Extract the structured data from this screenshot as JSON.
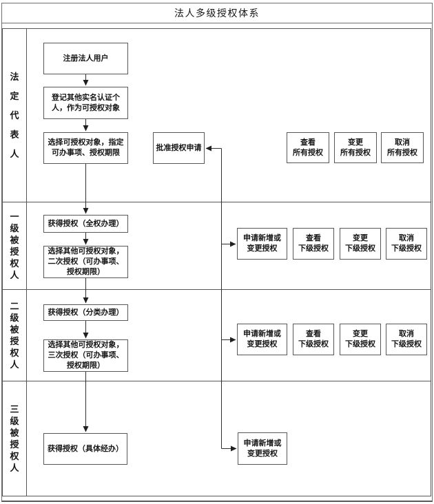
{
  "title": "法人多级授权体系",
  "colors": {
    "border": "#565656",
    "frame": "#6e6e6e",
    "text": "#161616",
    "background": "#ffffff"
  },
  "lanes": [
    {
      "label": "法定代表人",
      "steps": [
        "注册法人用户",
        "登记其他实名认证个\n人，作为可授权对象",
        "选择可授权对象，指定\n可办事项、授权期限"
      ],
      "approve": "批准授权申请",
      "actions": [
        "查看\n所有授权",
        "变更\n所有授权",
        "取消\n所有授权"
      ]
    },
    {
      "label": "一级被授权人",
      "steps": [
        "获得授权（全权办理）",
        "选择其他可授权对象，\n二次授权（可办事项、\n授权期限）"
      ],
      "request": "申请新增或\n变更授权",
      "actions": [
        "查看\n下级授权",
        "变更\n下级授权",
        "取消\n下级授权"
      ]
    },
    {
      "label": "二级被授权人",
      "steps": [
        "获得授权（分类办理）",
        "选择其他可授权对象，\n三次授权（可办事项、\n授权期限）"
      ],
      "request": "申请新增或\n变更授权",
      "actions": [
        "查看\n下级授权",
        "变更\n下级授权",
        "取消\n下级授权"
      ]
    },
    {
      "label": "三级被授权人",
      "steps": [
        "获得授权（具体经办）"
      ],
      "request": "申请新增或\n变更授权",
      "actions": []
    }
  ]
}
